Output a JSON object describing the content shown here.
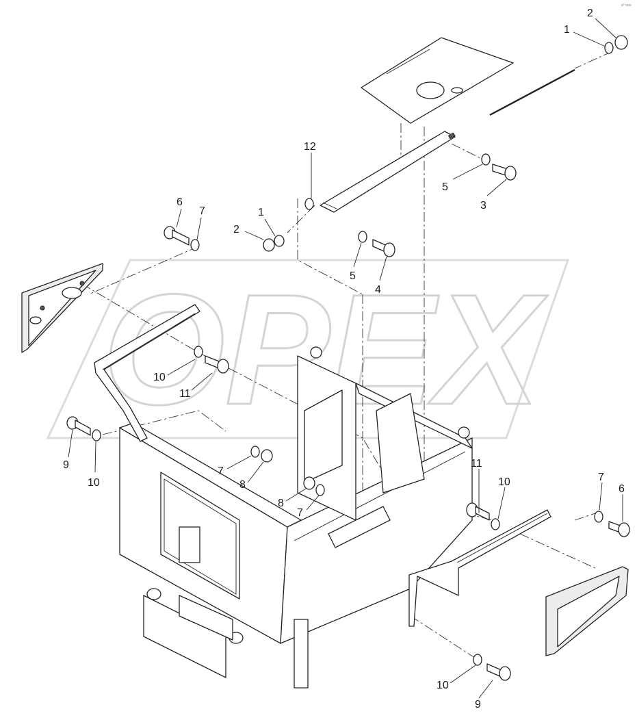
{
  "diagram": {
    "watermark": "OPEX",
    "corner_mark": "a° ooo",
    "callouts": [
      {
        "id": "c-2-top",
        "text": "2"
      },
      {
        "id": "c-1-top",
        "text": "1"
      },
      {
        "id": "c-12",
        "text": "12"
      },
      {
        "id": "c-5-right",
        "text": "5"
      },
      {
        "id": "c-3",
        "text": "3"
      },
      {
        "id": "c-6-left",
        "text": "6"
      },
      {
        "id": "c-7-left",
        "text": "7"
      },
      {
        "id": "c-1-mid",
        "text": "1"
      },
      {
        "id": "c-2-mid",
        "text": "2"
      },
      {
        "id": "c-5-mid",
        "text": "5"
      },
      {
        "id": "c-4",
        "text": "4"
      },
      {
        "id": "c-10-left",
        "text": "10"
      },
      {
        "id": "c-11-left",
        "text": "11"
      },
      {
        "id": "c-9-left",
        "text": "9"
      },
      {
        "id": "c-10-left-lower",
        "text": "10"
      },
      {
        "id": "c-7-center",
        "text": "7"
      },
      {
        "id": "c-8-center",
        "text": "8"
      },
      {
        "id": "c-8-center-lower",
        "text": "8"
      },
      {
        "id": "c-7-center-lower",
        "text": "7"
      },
      {
        "id": "c-11-right",
        "text": "11"
      },
      {
        "id": "c-10-right",
        "text": "10"
      },
      {
        "id": "c-7-right",
        "text": "7"
      },
      {
        "id": "c-6-right",
        "text": "6"
      },
      {
        "id": "c-10-bottom",
        "text": "10"
      },
      {
        "id": "c-9-bottom",
        "text": "9"
      }
    ]
  }
}
